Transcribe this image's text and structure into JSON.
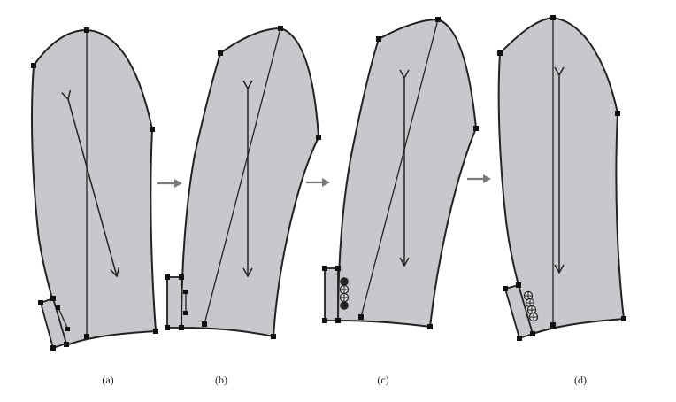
{
  "captions": {
    "a": "(a)",
    "b": "(b)",
    "c": "(c)",
    "d": "(d)"
  },
  "colors": {
    "piece_fill": "#c8c8cc",
    "outline": "#222222",
    "step_arrow": "#7a7a7a"
  }
}
